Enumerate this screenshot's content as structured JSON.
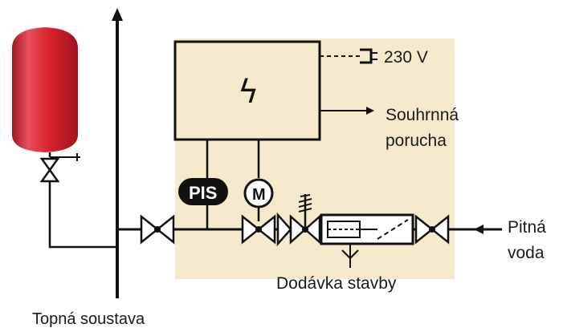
{
  "labels": {
    "voltage": "230 V",
    "fault_line1": "Souhrnná",
    "fault_line2": "porucha",
    "water_line1": "Pitná",
    "water_line2": "voda",
    "supply": "Dodávka stavby",
    "system": "Topná soustava",
    "pis": "PIS",
    "motor": "M",
    "lightning": "ϟ"
  },
  "colors": {
    "panel": "#f7e9cc",
    "tank": "#d8232f",
    "line": "#111111",
    "badge": "#111111"
  },
  "icons": {
    "power_plug": "plug-icon",
    "lightning": "lightning-icon",
    "valve": "valve-icon",
    "filter": "filter-icon"
  }
}
